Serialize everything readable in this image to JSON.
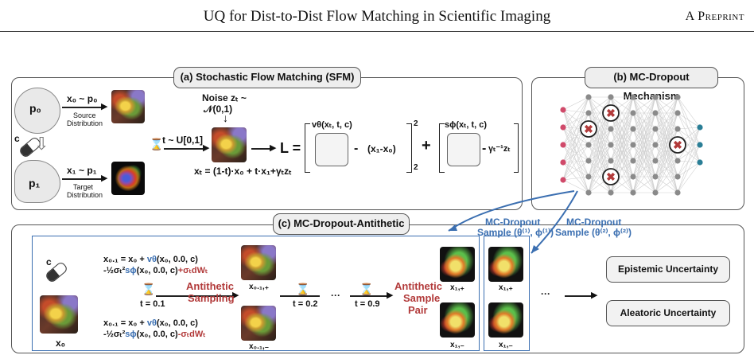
{
  "header": {
    "title": "UQ for Dist-to-Dist Flow Matching in Scientific Imaging",
    "tag": "A Preprint"
  },
  "panel_a": {
    "label": "(a) Stochastic Flow Matching (SFM)",
    "p0": "p₀",
    "p1": "p₁",
    "x0_dist": "x₀ ~ p₀",
    "x1_dist": "x₁ ~ p₁",
    "source_l1": "Source",
    "source_l2": "Distribution",
    "target_l1": "Target",
    "target_l2": "Distribution",
    "c": "c",
    "t_sample": "t ~ U[0,1]",
    "noise_l1": "Noise zₜ ~",
    "noise_l2": "𝒩(0,1)",
    "xt_eq": "xₜ = (1-t)·x₀ + t·x₁+γₜzₜ",
    "loss": "L =",
    "v_label": "vθ(xₜ, t, c)",
    "minus_term": "(x₁-x₀)",
    "s_label": "sϕ(xₜ, t, c)",
    "minus_term2": "γₜ⁻¹zₜ",
    "sq": "2"
  },
  "panel_b": {
    "label": "(b) MC-Dropout Mechanism"
  },
  "panel_c": {
    "label": "(c) MC-Dropout-Antithetic",
    "mc1_l1": "MC-Dropout",
    "mc1_l2": "Sample (θ⁽¹⁾, ϕ⁽¹⁾)",
    "mc2_l1": "MC-Dropout",
    "mc2_l2": "Sample (θ⁽²⁾, ϕ⁽²⁾)",
    "c": "c",
    "x0": "x₀",
    "eq_plus_1a": "x₀.₁ = x₀ + ",
    "eq_plus_1b": "vθ",
    "eq_plus_1c": "(x₀, 0.0, c)",
    "eq_plus_2a": "-½σₜ²",
    "eq_plus_2b": "sϕ",
    "eq_plus_2c": "(x₀, 0.0, c)",
    "eq_plus_2d": "+σₜdWₜ",
    "eq_minus_1a": "x₀.₁ = x₀ + ",
    "eq_minus_1b": "vθ",
    "eq_minus_1c": "(x₀, 0.0, c)",
    "eq_minus_2a": "-½σₜ²",
    "eq_minus_2b": "sϕ",
    "eq_minus_2c": "(x₀, 0.0, c)",
    "eq_minus_2d": "-σₜdWₜ",
    "antithetic_l1": "Antithetic",
    "antithetic_l2": "Sampling",
    "t01": "t = 0.1",
    "t02": "t = 0.2",
    "t09": "t = 0.9",
    "x01p": "x₀.₁,₊",
    "x01m": "x₀.₁,₋",
    "ellipsis": "···",
    "pair_l1": "Antithetic",
    "pair_l2": "Sample",
    "pair_l3": "Pair",
    "x1p": "x₁,₊",
    "x1m": "x₁,₋",
    "x1p_b": "x₁,₊",
    "x1m_b": "x₁,₋",
    "ellipsis2": "···",
    "epistemic": "Epistemic Uncertainty",
    "aleatoric": "Aleatoric Uncertainty"
  },
  "colors": {
    "accent_red": "#b23a3a",
    "accent_blue": "#3b6fb1",
    "node_grey": "#8a8a8a",
    "node_pink": "#d04a6a",
    "node_teal": "#2a7e96"
  }
}
